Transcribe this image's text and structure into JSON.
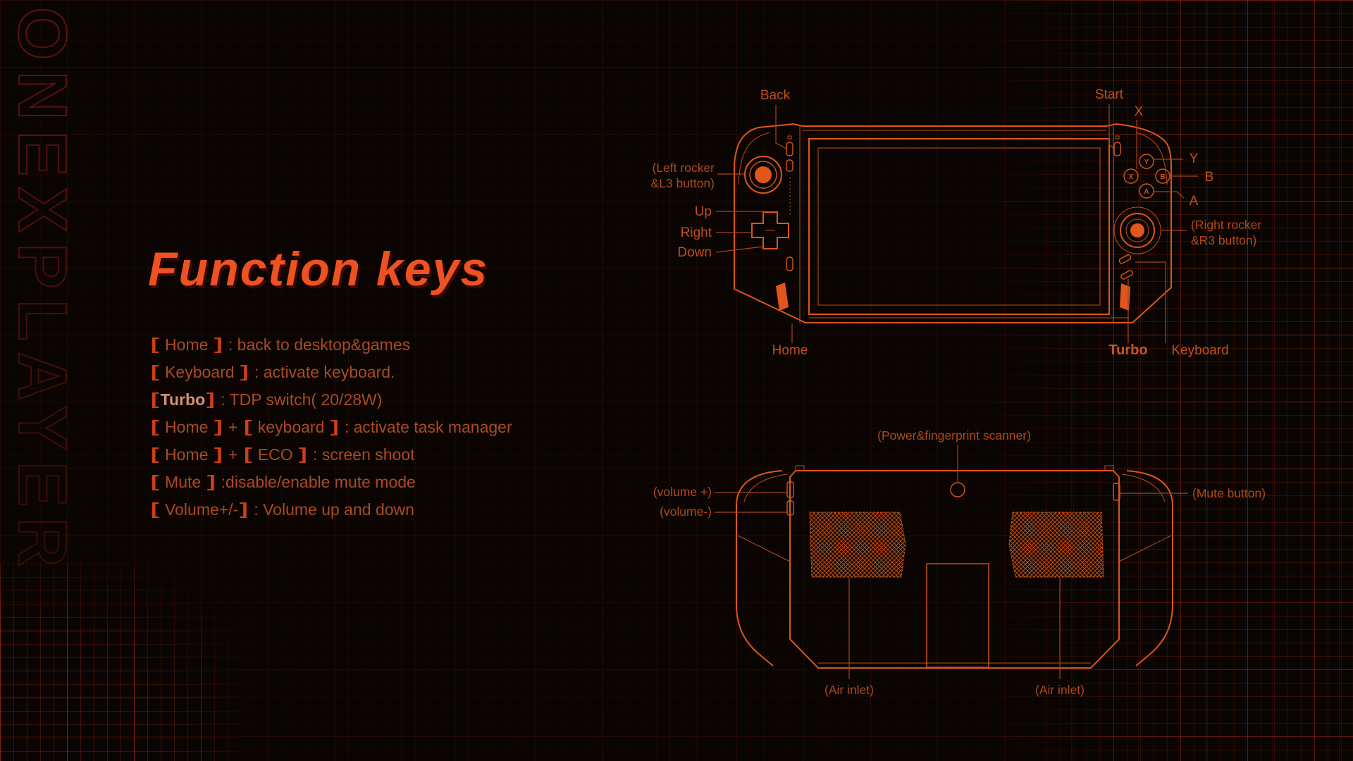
{
  "palette": {
    "background": "#0a0503",
    "accent_orange": "#ee5122",
    "diagram_orange": "#dc5617",
    "text_orange": "#aa4a24",
    "grid_red": "#c82d16",
    "brand_outline": "#5f140e"
  },
  "brand": {
    "vertical_text": "ONEXPLAYER"
  },
  "heading": {
    "title": "Function keys"
  },
  "function_keys": {
    "items": [
      {
        "segs": [
          {
            "st": "br",
            "t": "【"
          },
          {
            "st": "n",
            "t": " Home "
          },
          {
            "st": "br",
            "t": "】"
          },
          {
            "st": "n",
            "t": " : back to desktop&games"
          }
        ]
      },
      {
        "segs": [
          {
            "st": "br",
            "t": "【"
          },
          {
            "st": "n",
            "t": " Keyboard "
          },
          {
            "st": "br",
            "t": "】"
          },
          {
            "st": "n",
            "t": " : activate keyboard."
          }
        ]
      },
      {
        "segs": [
          {
            "st": "br",
            "t": "【"
          },
          {
            "st": "b",
            "t": "Turbo"
          },
          {
            "st": "br",
            "t": "】"
          },
          {
            "st": "n",
            "t": " : TDP switch( 20/28W)"
          }
        ]
      },
      {
        "segs": [
          {
            "st": "br",
            "t": "【"
          },
          {
            "st": "n",
            "t": " Home "
          },
          {
            "st": "br",
            "t": "】"
          },
          {
            "st": "n",
            "t": " + "
          },
          {
            "st": "br",
            "t": "【"
          },
          {
            "st": "n",
            "t": " keyboard "
          },
          {
            "st": "br",
            "t": "】"
          },
          {
            "st": "n",
            "t": " : activate task manager"
          }
        ]
      },
      {
        "segs": [
          {
            "st": "br",
            "t": "【"
          },
          {
            "st": "n",
            "t": " Home "
          },
          {
            "st": "br",
            "t": "】"
          },
          {
            "st": "n",
            "t": " + "
          },
          {
            "st": "br",
            "t": "【"
          },
          {
            "st": "n",
            "t": " ECO "
          },
          {
            "st": "br",
            "t": "】"
          },
          {
            "st": "n",
            "t": " : screen shoot"
          }
        ]
      },
      {
        "segs": [
          {
            "st": "br",
            "t": "【"
          },
          {
            "st": "n",
            "t": " Mute "
          },
          {
            "st": "br",
            "t": "】"
          },
          {
            "st": "n",
            "t": " :disable/enable mute mode"
          }
        ]
      },
      {
        "segs": [
          {
            "st": "br",
            "t": "【"
          },
          {
            "st": "n",
            "t": " Volume+/-"
          },
          {
            "st": "br",
            "t": "】"
          },
          {
            "st": "n",
            "t": " : Volume up and down"
          }
        ]
      }
    ]
  },
  "front_view": {
    "labels": {
      "back": "Back",
      "start": "Start",
      "x": "X",
      "y": "Y",
      "b": "B",
      "a": "A",
      "left_rocker_line1": "(Left rocker",
      "left_rocker_line2": "&L3 button)",
      "up": "Up",
      "right": "Right",
      "down": "Down",
      "home": "Home",
      "turbo": "Turbo",
      "keyboard": "Keyboard",
      "right_rocker_line1": "(Right rocker",
      "right_rocker_line2": "&R3 button)"
    },
    "button_letters": {
      "y": "Y",
      "x": "X",
      "b": "B",
      "a": "A"
    }
  },
  "back_view": {
    "labels": {
      "power": "(Power&fingerprint scanner)",
      "volume_up": "(volume +)",
      "volume_down": "(volume-)",
      "mute": "(Mute button)",
      "air_inlet_left": "(Air inlet)",
      "air_inlet_right": "(Air inlet)"
    }
  }
}
